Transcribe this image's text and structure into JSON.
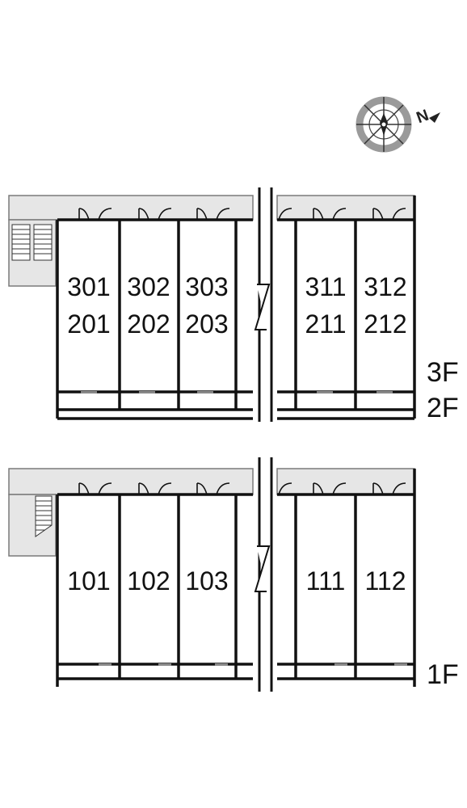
{
  "north_marker": {
    "label": "N",
    "icon": "compass-rose-icon"
  },
  "upper_block": {
    "floor_labels": [
      "3F",
      "2F"
    ],
    "units_top": [
      "301",
      "302",
      "303",
      "311",
      "312"
    ],
    "units_bottom": [
      "201",
      "202",
      "203",
      "211",
      "212"
    ]
  },
  "lower_block": {
    "floor_labels": [
      "1F"
    ],
    "units": [
      "101",
      "102",
      "103",
      "111",
      "112"
    ]
  },
  "colors": {
    "wall": "#111111",
    "corridor": "#e6e6e6",
    "corridor_edge": "#7a7a7a",
    "stair": "#ffffff"
  },
  "icons": [
    "compass-rose-icon",
    "staircase-icon",
    "door-swing-icon",
    "break-line-icon",
    "window-icon"
  ]
}
